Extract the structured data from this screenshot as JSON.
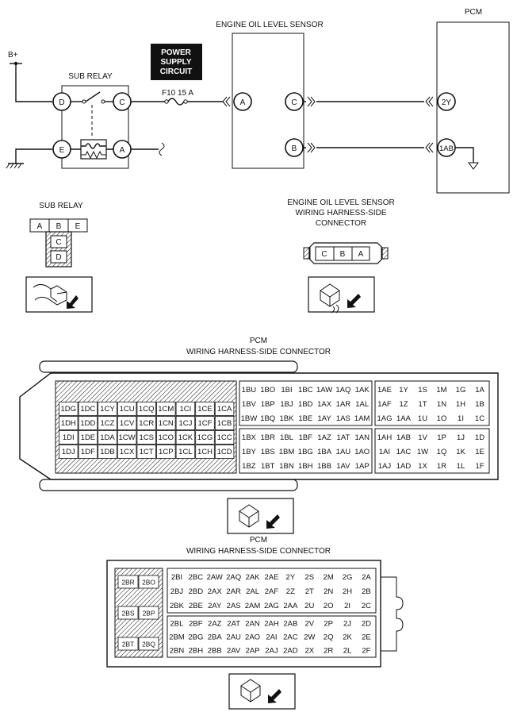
{
  "labels": {
    "pcm": "PCM",
    "engine_oil_level_sensor": "ENGINE OIL LEVEL SENSOR",
    "b_plus": "B+",
    "sub_relay": "SUB RELAY",
    "power_supply_line1": "POWER",
    "power_supply_line2": "SUPPLY",
    "power_supply_line3": "CIRCUIT",
    "fuse": "F10 15 A",
    "sub_relay_connector": "SUB RELAY",
    "eols_connector_line1": "ENGINE OIL LEVEL SENSOR",
    "eols_connector_line2": "WIRING HARNESS-SIDE",
    "eols_connector_line3": "CONNECTOR",
    "pcm_connector1_line1": "PCM",
    "pcm_connector1_line2": "WIRING HARNESS-SIDE CONNECTOR",
    "pcm_connector2_line1": "PCM",
    "pcm_connector2_line2": "WIRING HARNESS-SIDE CONNECTOR"
  },
  "schematic_terminals": {
    "relay_d": "D",
    "relay_c": "C",
    "relay_e": "E",
    "relay_a": "A",
    "sensor_a": "A",
    "sensor_c": "C",
    "sensor_b": "B",
    "pcm_2y": "2Y",
    "pcm_1ab": "1AB"
  },
  "sub_relay_connector": {
    "top": [
      "A",
      "B",
      "E"
    ],
    "c": "C",
    "d": "D"
  },
  "eols_connector": [
    "C",
    "B",
    "A"
  ],
  "pcm_connector1": {
    "hatched_left": [
      [
        "1DG",
        "1DC",
        "1CY",
        "1CU",
        "1CQ",
        "1CM",
        "1CI",
        "1CE",
        "1CA"
      ],
      [
        "1DH",
        "1DD",
        "1CZ",
        "1CV",
        "1CR",
        "1CN",
        "1CJ",
        "1CF",
        "1CB"
      ],
      [
        "1DI",
        "1DE",
        "1DA",
        "1CW",
        "1CS",
        "1CO",
        "1CK",
        "1CG",
        "1CC"
      ],
      [
        "1DJ",
        "1DF",
        "1DB",
        "1CX",
        "1CT",
        "1CP",
        "1CL",
        "1CH",
        "1CD"
      ]
    ],
    "mid_top": [
      [
        "1BU",
        "1BO",
        "1BI",
        "1BC",
        "1AW",
        "1AQ",
        "1AK"
      ],
      [
        "1BV",
        "1BP",
        "1BJ",
        "1BD",
        "1AX",
        "1AR",
        "1AL"
      ],
      [
        "1BW",
        "1BQ",
        "1BK",
        "1BE",
        "1AY",
        "1AS",
        "1AM"
      ]
    ],
    "mid_bottom": [
      [
        "1BX",
        "1BR",
        "1BL",
        "1BF",
        "1AZ",
        "1AT",
        "1AN"
      ],
      [
        "1BY",
        "1BS",
        "1BM",
        "1BG",
        "1BA",
        "1AU",
        "1AO"
      ],
      [
        "1BZ",
        "1BT",
        "1BN",
        "1BH",
        "1BB",
        "1AV",
        "1AP"
      ]
    ],
    "right_top": [
      [
        "1AE",
        "1Y",
        "1S",
        "1M",
        "1G",
        "1A"
      ],
      [
        "1AF",
        "1Z",
        "1T",
        "1N",
        "1H",
        "1B"
      ],
      [
        "1AG",
        "1AA",
        "1U",
        "1O",
        "1I",
        "1C"
      ]
    ],
    "right_bottom": [
      [
        "1AH",
        "1AB",
        "1V",
        "1P",
        "1J",
        "1D"
      ],
      [
        "1AI",
        "1AC",
        "1W",
        "1Q",
        "1K",
        "1E"
      ],
      [
        "1AJ",
        "1AD",
        "1X",
        "1R",
        "1L",
        "1F"
      ]
    ]
  },
  "pcm_connector2": {
    "hatched_left": [
      "2BR",
      "2BO",
      "2BS",
      "2BP",
      "2BT",
      "2BQ"
    ],
    "top": [
      [
        "2BI",
        "2BC",
        "2AW",
        "2AQ",
        "2AK",
        "2AE",
        "2Y",
        "2S",
        "2M",
        "2G",
        "2A"
      ],
      [
        "2BJ",
        "2BD",
        "2AX",
        "2AR",
        "2AL",
        "2AF",
        "2Z",
        "2T",
        "2N",
        "2H",
        "2B"
      ],
      [
        "2BK",
        "2BE",
        "2AY",
        "2AS",
        "2AM",
        "2AG",
        "2AA",
        "2U",
        "2O",
        "2I",
        "2C"
      ]
    ],
    "bottom": [
      [
        "2BL",
        "2BF",
        "2AZ",
        "2AT",
        "2AN",
        "2AH",
        "2AB",
        "2V",
        "2P",
        "2J",
        "2D"
      ],
      [
        "2BM",
        "2BG",
        "2BA",
        "2AU",
        "2AO",
        "2AI",
        "2AC",
        "2W",
        "2Q",
        "2K",
        "2E"
      ],
      [
        "2BN",
        "2BH",
        "2BB",
        "2AV",
        "2AP",
        "2AJ",
        "2AD",
        "2X",
        "2R",
        "2L",
        "2F"
      ]
    ]
  }
}
